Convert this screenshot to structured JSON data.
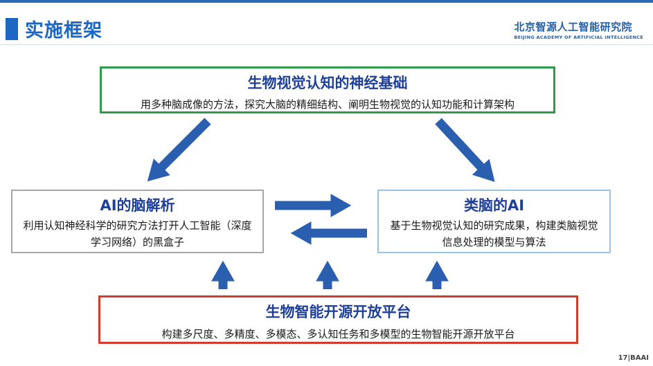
{
  "header": {
    "title": "实施框架",
    "logo_cn": "北京智源人工智能研究院",
    "logo_en": "BEIJING ACADEMY OF ARTIFICIAL INTELLIGENCE"
  },
  "boxes": {
    "top": {
      "title": "生物视觉认知的神经基础",
      "desc": "用多种脑成像的方法，探究大脑的精细结构、阐明生物视觉的认知功能和计算架构"
    },
    "left": {
      "title": "AI的脑解析",
      "desc": "利用认知神经科学的研究方法打开人工智能（深度学习网络）的黑盒子"
    },
    "right": {
      "title": "类脑的AI",
      "desc": "基于生物视觉认知的研究成果，构建类脑视觉信息处理的模型与算法"
    },
    "bottom": {
      "title": "生物智能开源开放平台",
      "desc": "构建多尺度、多精度、多模态、多认知任务和多模型的生物智能开源开放平台"
    }
  },
  "colors": {
    "accent": "#1c66c4",
    "arrow": "#2a5fb0",
    "top_border": "#2e9b4a",
    "bottom_border": "#d33a2c",
    "left_border": "#a6a6a6",
    "right_border": "#9cc2e3"
  },
  "footer": {
    "page_number": "17",
    "brand": "BAAI"
  }
}
